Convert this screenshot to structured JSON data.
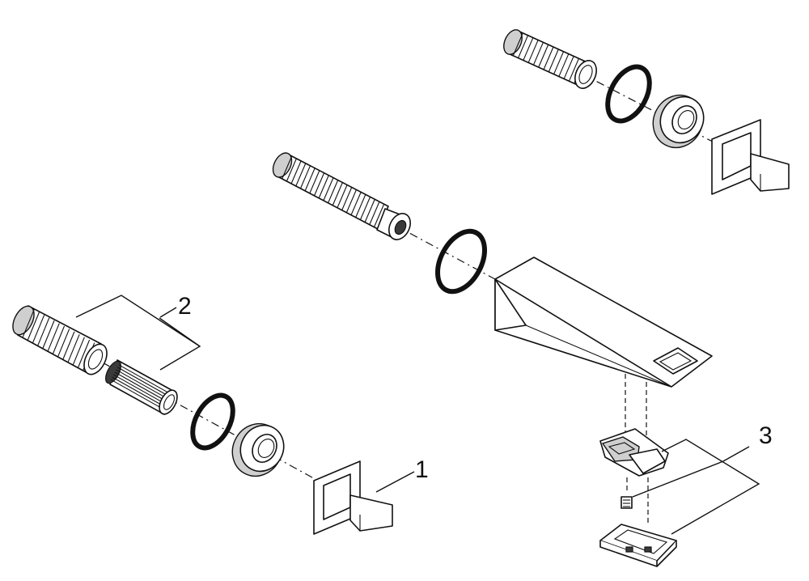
{
  "callouts": {
    "one": "1",
    "two": "2",
    "three": "3"
  },
  "colors": {
    "line": "#111111",
    "background": "#ffffff",
    "shade": "#cfcfcf"
  }
}
